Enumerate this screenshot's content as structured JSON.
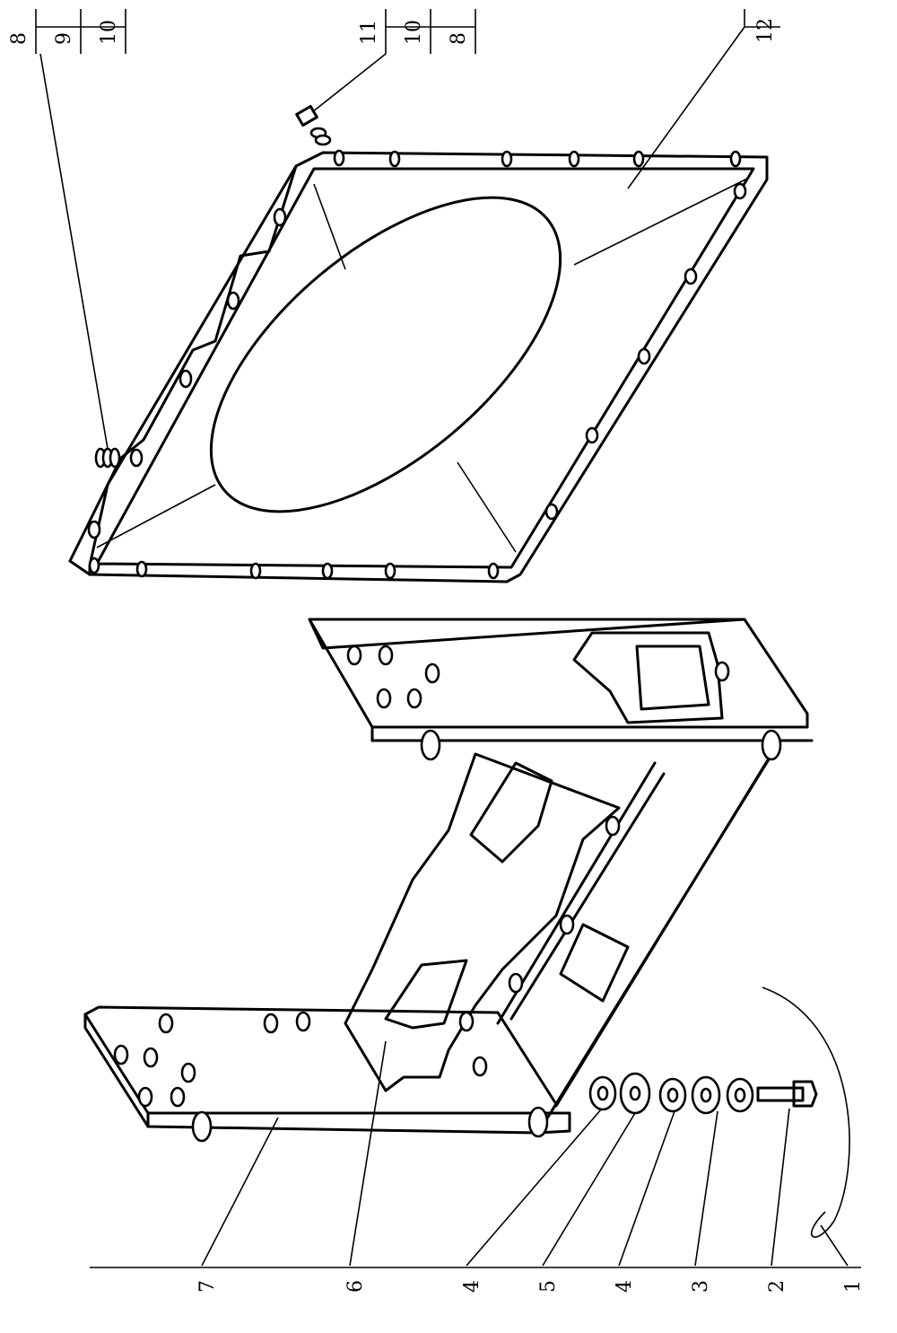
{
  "callouts_bottom": [
    "1",
    "2",
    "3",
    "4",
    "5",
    "4",
    "6",
    "7"
  ],
  "callouts_top_left": [
    "8",
    "9",
    "10"
  ],
  "callouts_top_right": [
    "11",
    "10",
    "8"
  ],
  "callout_frame": "12"
}
